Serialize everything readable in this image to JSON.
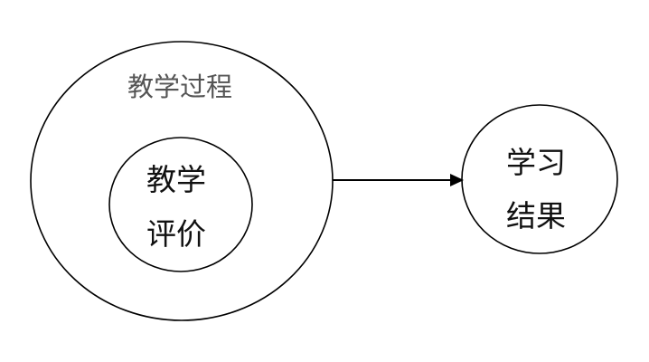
{
  "nodes": {
    "outer": {
      "label": "教学过程"
    },
    "inner": {
      "line1": "教学",
      "line2": "评价"
    },
    "result": {
      "line1": "学习",
      "line2": "结果"
    }
  },
  "colors": {
    "stroke": "#000000",
    "outer_label": "#555555",
    "text": "#111111",
    "background": "#ffffff"
  }
}
